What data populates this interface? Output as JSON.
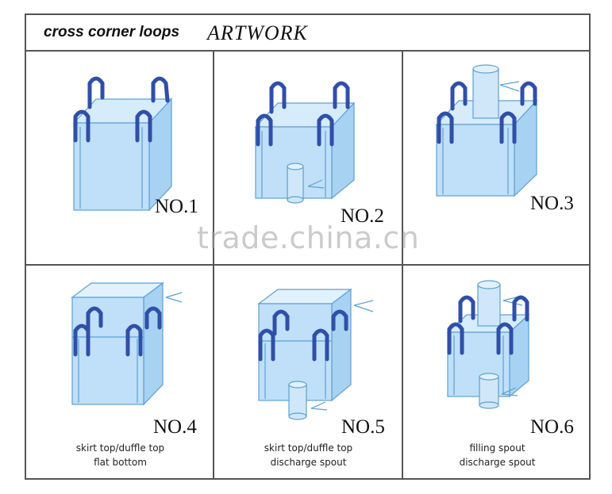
{
  "header": {
    "subtitle": "cross corner loops",
    "title": "ARTWORK"
  },
  "panels": [
    {
      "label": "NO.1",
      "caption_line1": "",
      "caption_line2": ""
    },
    {
      "label": "NO.2",
      "caption_line1": "",
      "caption_line2": ""
    },
    {
      "label": "NO.3",
      "caption_line1": "",
      "caption_line2": ""
    },
    {
      "label": "NO.4",
      "caption_line1": "skirt top/duffle top",
      "caption_line2": "flat bottom"
    },
    {
      "label": "NO.5",
      "caption_line1": "skirt top/duffle top",
      "caption_line2": "discharge spout"
    },
    {
      "label": "NO.6",
      "caption_line1": "filling spout",
      "caption_line2": "discharge spout"
    }
  ],
  "watermark": "trade.china.cn",
  "colors": {
    "bag_fill": "#b9dcf6",
    "bag_line": "#5d9fd6",
    "loop": "#2f4fa8",
    "border": "#555555"
  }
}
